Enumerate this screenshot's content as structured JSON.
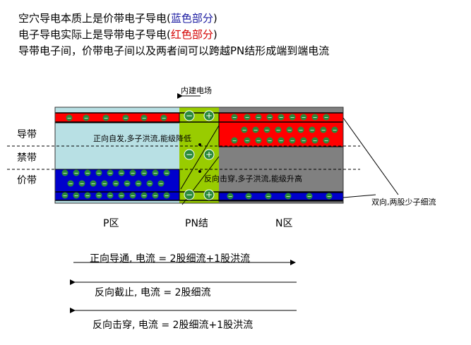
{
  "intro": {
    "line1_main": "空穴导电本质上是价带电子导电(",
    "line1_colored": "蓝色部分",
    "line1_end": ")",
    "line2_main": "电子导电实际上是导带电子导电(",
    "line2_colored": "红色部分",
    "line2_end": ")",
    "line3": "导带电子间，价带电子间以及两者间可以跨越PN结形成端到端电流"
  },
  "diagram": {
    "field_label": "内建电场",
    "band_labels": {
      "conduction": "导带",
      "forbidden": "禁带",
      "valence": "价带"
    },
    "forward_note": "正向自发,多子洪流,能级降低",
    "reverse_note": "反向击穿,多子洪流,能级升高",
    "side_note": "双向,两股少子细流",
    "region_labels": {
      "p": "P区",
      "pn": "PN结",
      "n": "N区"
    },
    "electron_symbol": "−",
    "hole_symbol": "+",
    "colors": {
      "electron_band": "#ff0000",
      "hole_band": "#0000cc",
      "p_region": "#b8e0e4",
      "pn_junction": "#99cc00",
      "n_region": "#808080",
      "carrier": "#2a8a3a"
    }
  },
  "cases": {
    "forward": "正向导通, 电流 = 2股细流+1股洪流",
    "reverse_cutoff": "反向截止, 电流 = 2股细流",
    "reverse_breakdown": "反向击穿, 电流 = 2股细流+1股洪流"
  }
}
